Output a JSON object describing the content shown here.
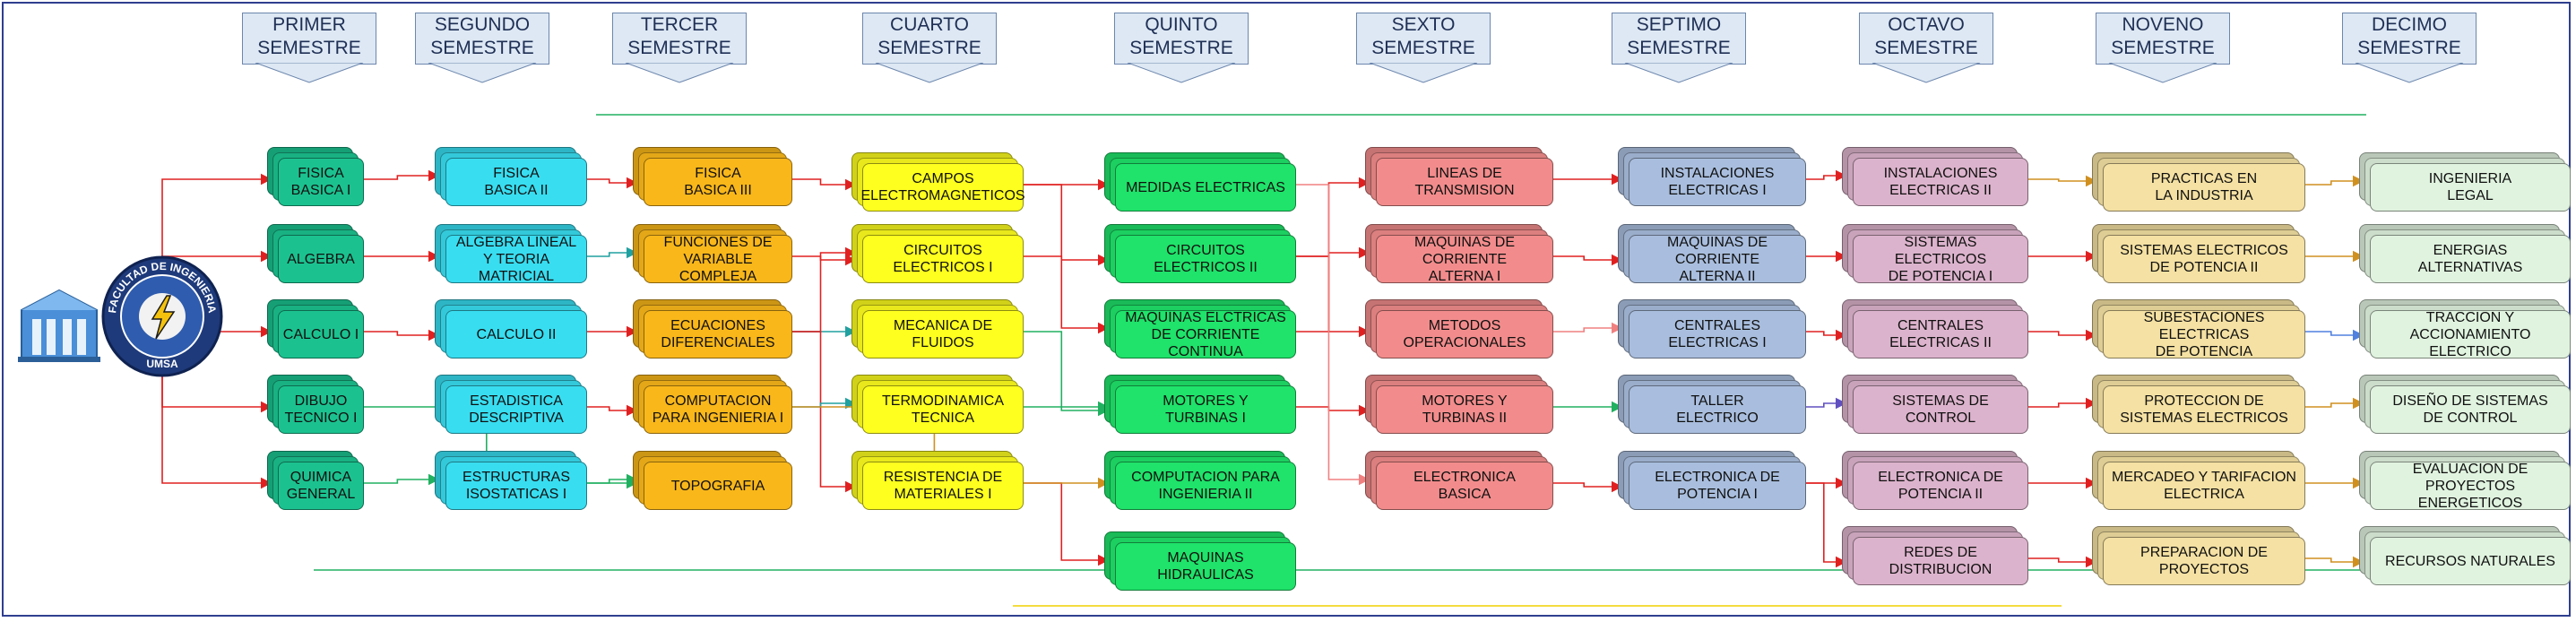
{
  "colors": {
    "teal": "#1bc28f",
    "cyan": "#38ddf0",
    "orange": "#f9b71a",
    "yellow": "#ffff1f",
    "green": "#1fe36a",
    "pink": "#f28c8c",
    "blue": "#a9bede",
    "mauve": "#dcb3cc",
    "tan": "#f4e1a3",
    "mint": "#e0f3df",
    "wire_red": "#e02020",
    "wire_green": "#20b060",
    "wire_teal": "#20a0a0",
    "wire_yellow": "#f0d000",
    "wire_purple": "#6050c0",
    "wire_blue": "#5080e0",
    "wire_salmon": "#f08080",
    "wire_gold": "#d09020",
    "wire_orange": "#f0a000"
  },
  "semesters": [
    {
      "line1": "PRIMER",
      "line2": "SEMESTRE"
    },
    {
      "line1": "SEGUNDO",
      "line2": "SEMESTRE"
    },
    {
      "line1": "TERCER",
      "line2": "SEMESTRE"
    },
    {
      "line1": "CUARTO",
      "line2": "SEMESTRE"
    },
    {
      "line1": "QUINTO",
      "line2": "SEMESTRE"
    },
    {
      "line1": "SEXTO",
      "line2": "SEMESTRE"
    },
    {
      "line1": "SEPTIMO",
      "line2": "SEMESTRE"
    },
    {
      "line1": "OCTAVO",
      "line2": "SEMESTRE"
    },
    {
      "line1": "NOVENO",
      "line2": "SEMESTRE"
    },
    {
      "line1": "DECIMO",
      "line2": "SEMESTRE"
    }
  ],
  "logo": {
    "ring_top": "FACULTAD DE INGENIERIA",
    "ring_bottom": "UMSA",
    "icon": "lightning-bolt-icon"
  },
  "building": {
    "icon": "building-icon"
  },
  "courses": [
    {
      "id": "fis1",
      "line1": "FISICA",
      "line2": "BASICA I",
      "color": "teal"
    },
    {
      "id": "alg",
      "line1": "ALGEBRA",
      "line2": "",
      "color": "teal"
    },
    {
      "id": "cal1",
      "line1": "CALCULO I",
      "line2": "",
      "color": "teal"
    },
    {
      "id": "dib",
      "line1": "DIBUJO",
      "line2": "TECNICO I",
      "color": "teal"
    },
    {
      "id": "qui",
      "line1": "QUIMICA",
      "line2": "GENERAL",
      "color": "teal"
    },
    {
      "id": "fis2",
      "line1": "FISICA",
      "line2": "BASICA II",
      "color": "cyan"
    },
    {
      "id": "alin",
      "line1": "ALGEBRA LINEAL",
      "line2": "Y TEORIA MATRICIAL",
      "color": "cyan"
    },
    {
      "id": "cal2",
      "line1": "CALCULO II",
      "line2": "",
      "color": "cyan"
    },
    {
      "id": "est",
      "line1": "ESTADISTICA",
      "line2": "DESCRIPTIVA",
      "color": "cyan"
    },
    {
      "id": "eiso",
      "line1": "ESTRUCTURAS",
      "line2": "ISOSTATICAS I",
      "color": "cyan"
    },
    {
      "id": "fis3",
      "line1": "FISICA",
      "line2": "BASICA III",
      "color": "orange"
    },
    {
      "id": "fvc",
      "line1": "FUNCIONES DE",
      "line2": "VARIABLE COMPLEJA",
      "color": "orange"
    },
    {
      "id": "ecd",
      "line1": "ECUACIONES",
      "line2": "DIFERENCIALES",
      "color": "orange"
    },
    {
      "id": "comp1",
      "line1": "COMPUTACION",
      "line2": "PARA INGENIERIA I",
      "color": "orange"
    },
    {
      "id": "topo",
      "line1": "TOPOGRAFIA",
      "line2": "",
      "color": "orange"
    },
    {
      "id": "cem",
      "line1": "CAMPOS",
      "line2": "ELECTROMAGNETICOS",
      "color": "yellow"
    },
    {
      "id": "ce1",
      "line1": "CIRCUITOS",
      "line2": "ELECTRICOS I",
      "color": "yellow"
    },
    {
      "id": "mecf",
      "line1": "MECANICA DE",
      "line2": "FLUIDOS",
      "color": "yellow"
    },
    {
      "id": "term",
      "line1": "TERMODINAMICA",
      "line2": "TECNICA",
      "color": "yellow"
    },
    {
      "id": "resm",
      "line1": "RESISTENCIA DE",
      "line2": "MATERIALES I",
      "color": "yellow"
    },
    {
      "id": "med",
      "line1": "MEDIDAS ELECTRICAS",
      "line2": "",
      "color": "green"
    },
    {
      "id": "ce2",
      "line1": "CIRCUITOS",
      "line2": "ELECTRICOS II",
      "color": "green"
    },
    {
      "id": "mecc",
      "line1": "MAQUINAS ELCTRICAS",
      "line2": "DE CORRIENTE CONTINUA",
      "color": "green"
    },
    {
      "id": "mot1",
      "line1": "MOTORES Y",
      "line2": "TURBINAS I",
      "color": "green"
    },
    {
      "id": "comp2",
      "line1": "COMPUTACION PARA",
      "line2": "INGENIERIA II",
      "color": "green"
    },
    {
      "id": "mhid",
      "line1": "MAQUINAS",
      "line2": "HIDRAULICAS",
      "color": "green"
    },
    {
      "id": "lin",
      "line1": "LINEAS DE",
      "line2": "TRANSMISION",
      "color": "pink"
    },
    {
      "id": "mca1",
      "line1": "MAQUINAS DE CORRIENTE",
      "line2": "ALTERNA I",
      "color": "pink"
    },
    {
      "id": "mop",
      "line1": "METODOS",
      "line2": "OPERACIONALES",
      "color": "pink"
    },
    {
      "id": "mot2",
      "line1": "MOTORES Y",
      "line2": "TURBINAS II",
      "color": "pink"
    },
    {
      "id": "eb",
      "line1": "ELECTRONICA",
      "line2": "BASICA",
      "color": "pink"
    },
    {
      "id": "ie1",
      "line1": "INSTALACIONES",
      "line2": "ELECTRICAS I",
      "color": "blue"
    },
    {
      "id": "mca2",
      "line1": "MAQUINAS DE CORRIENTE",
      "line2": "ALTERNA II",
      "color": "blue"
    },
    {
      "id": "cen1",
      "line1": "CENTRALES",
      "line2": "ELECTRICAS I",
      "color": "blue"
    },
    {
      "id": "tall",
      "line1": "TALLER",
      "line2": "ELECTRICO",
      "color": "blue"
    },
    {
      "id": "ep1",
      "line1": "ELECTRONICA DE",
      "line2": "POTENCIA I",
      "color": "blue"
    },
    {
      "id": "ie2",
      "line1": "INSTALACIONES",
      "line2": "ELECTRICAS II",
      "color": "mauve"
    },
    {
      "id": "sep1",
      "line1": "SISTEMAS ELECTRICOS",
      "line2": "DE POTENCIA I",
      "color": "mauve"
    },
    {
      "id": "cen2",
      "line1": "CENTRALES",
      "line2": "ELECTRICAS II",
      "color": "mauve"
    },
    {
      "id": "sc",
      "line1": "SISTEMAS DE",
      "line2": "CONTROL",
      "color": "mauve"
    },
    {
      "id": "ep2",
      "line1": "ELECTRONICA DE",
      "line2": "POTENCIA II",
      "color": "mauve"
    },
    {
      "id": "red",
      "line1": "REDES DE",
      "line2": "DISTRIBUCION",
      "color": "mauve"
    },
    {
      "id": "pind",
      "line1": "PRACTICAS EN",
      "line2": "LA INDUSTRIA",
      "color": "tan"
    },
    {
      "id": "sep2",
      "line1": "SISTEMAS ELECTRICOS",
      "line2": "DE POTENCIA II",
      "color": "tan"
    },
    {
      "id": "sub",
      "line1": "SUBESTACIONES ELECTRICAS",
      "line2": "DE POTENCIA",
      "color": "tan"
    },
    {
      "id": "prot",
      "line1": "PROTECCION DE",
      "line2": "SISTEMAS ELECTRICOS",
      "color": "tan"
    },
    {
      "id": "merc",
      "line1": "MERCADEO Y TARIFACION",
      "line2": "ELECTRICA",
      "color": "tan"
    },
    {
      "id": "prep",
      "line1": "PREPARACION DE",
      "line2": "PROYECTOS",
      "color": "tan"
    },
    {
      "id": "ileg",
      "line1": "INGENIERIA",
      "line2": "LEGAL",
      "color": "mint"
    },
    {
      "id": "ealt",
      "line1": "ENERGIAS",
      "line2": "ALTERNATIVAS",
      "color": "mint"
    },
    {
      "id": "trac",
      "line1": "TRACCION Y",
      "line2": "ACCIONAMIENTO ELECTRICO",
      "color": "mint"
    },
    {
      "id": "dsc",
      "line1": "DISEÑO DE SISTEMAS",
      "line2": "DE CONTROL",
      "color": "mint"
    },
    {
      "id": "eval",
      "line1": "EVALUACION DE",
      "line2": "PROYECTOS ENERGETICOS",
      "color": "mint"
    },
    {
      "id": "rnat",
      "line1": "RECURSOS NATURALES",
      "line2": "",
      "color": "mint"
    }
  ],
  "links": [
    [
      "fis1",
      "fis2",
      "wire_red"
    ],
    [
      "alg",
      "alin",
      "wire_red"
    ],
    [
      "cal1",
      "cal2",
      "wire_red"
    ],
    [
      "qui",
      "eiso",
      "wire_green"
    ],
    [
      "dib",
      "topo",
      "wire_green"
    ],
    [
      "fis2",
      "fis3",
      "wire_red"
    ],
    [
      "alin",
      "fvc",
      "wire_teal"
    ],
    [
      "cal2",
      "ecd",
      "wire_red"
    ],
    [
      "est",
      "comp1",
      "wire_red"
    ],
    [
      "eiso",
      "topo",
      "wire_green"
    ],
    [
      "fis3",
      "cem",
      "wire_red"
    ],
    [
      "fvc",
      "ce1",
      "wire_red"
    ],
    [
      "ecd",
      "ce1",
      "wire_red"
    ],
    [
      "ecd",
      "mecf",
      "wire_teal"
    ],
    [
      "ecd",
      "resm",
      "wire_red"
    ],
    [
      "comp1",
      "term",
      "wire_teal"
    ],
    [
      "cem",
      "med",
      "wire_red"
    ],
    [
      "ce1",
      "ce2",
      "wire_red"
    ],
    [
      "cem",
      "mecc",
      "wire_red"
    ],
    [
      "mecf",
      "mot1",
      "wire_green"
    ],
    [
      "term",
      "mot1",
      "wire_green"
    ],
    [
      "resm",
      "mhid",
      "wire_red"
    ],
    [
      "comp1",
      "comp2",
      "wire_gold"
    ],
    [
      "ce2",
      "lin",
      "wire_red"
    ],
    [
      "mecc",
      "mca1",
      "wire_red"
    ],
    [
      "ce2",
      "mop",
      "wire_red"
    ],
    [
      "mot1",
      "mot2",
      "wire_red"
    ],
    [
      "med",
      "eb",
      "wire_salmon"
    ],
    [
      "lin",
      "ie1",
      "wire_red"
    ],
    [
      "mca1",
      "mca2",
      "wire_red"
    ],
    [
      "mop",
      "cen1",
      "wire_salmon"
    ],
    [
      "mot2",
      "tall",
      "wire_green"
    ],
    [
      "eb",
      "ep1",
      "wire_red"
    ],
    [
      "ie1",
      "ie2",
      "wire_red"
    ],
    [
      "mca2",
      "sep1",
      "wire_red"
    ],
    [
      "cen1",
      "cen2",
      "wire_red"
    ],
    [
      "tall",
      "sc",
      "wire_purple"
    ],
    [
      "ep1",
      "ep2",
      "wire_red"
    ],
    [
      "ep1",
      "red",
      "wire_red"
    ],
    [
      "ie2",
      "pind",
      "wire_gold"
    ],
    [
      "sep1",
      "sep2",
      "wire_red"
    ],
    [
      "cen2",
      "sub",
      "wire_red"
    ],
    [
      "sc",
      "prot",
      "wire_red"
    ],
    [
      "ep2",
      "merc",
      "wire_red"
    ],
    [
      "red",
      "prep",
      "wire_red"
    ],
    [
      "pind",
      "ileg",
      "wire_gold"
    ],
    [
      "sep2",
      "ealt",
      "wire_gold"
    ],
    [
      "sub",
      "trac",
      "wire_blue"
    ],
    [
      "prot",
      "dsc",
      "wire_gold"
    ],
    [
      "merc",
      "eval",
      "wire_gold"
    ],
    [
      "prep",
      "rnat",
      "wire_gold"
    ]
  ]
}
